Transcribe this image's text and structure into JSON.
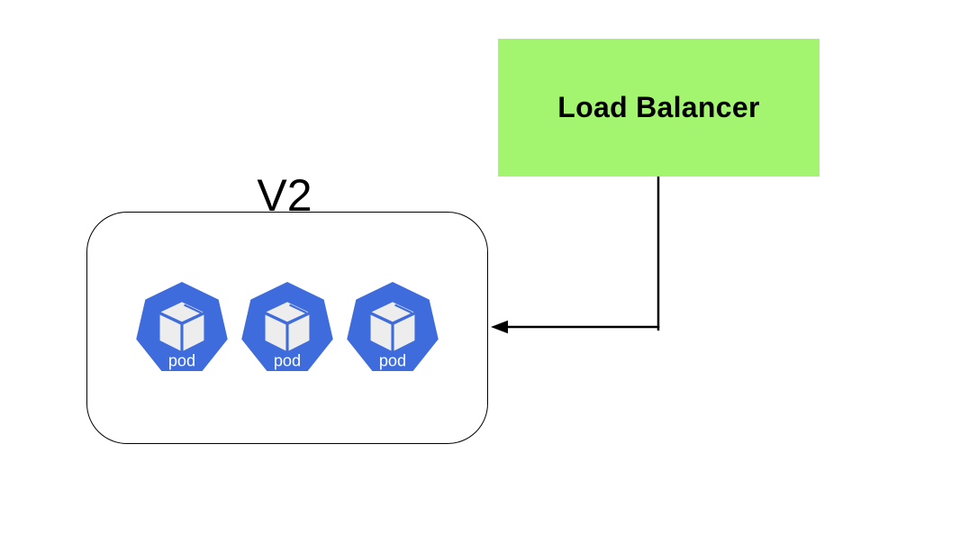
{
  "diagram": {
    "load_balancer": {
      "label": "Load Balancer",
      "fill_color": "#a3f46e",
      "text_color": "#000000"
    },
    "connector": {
      "color": "#000000"
    },
    "v2_group": {
      "label": "V2",
      "border_color": "#000000",
      "background_color": "#ffffff",
      "pods": [
        {
          "label": "pod"
        },
        {
          "label": "pod"
        },
        {
          "label": "pod"
        }
      ],
      "pod_style": {
        "heptagon_fill": "#3e6cdc",
        "cube_fill": "#ededed",
        "label_color": "#ffffff"
      }
    }
  }
}
